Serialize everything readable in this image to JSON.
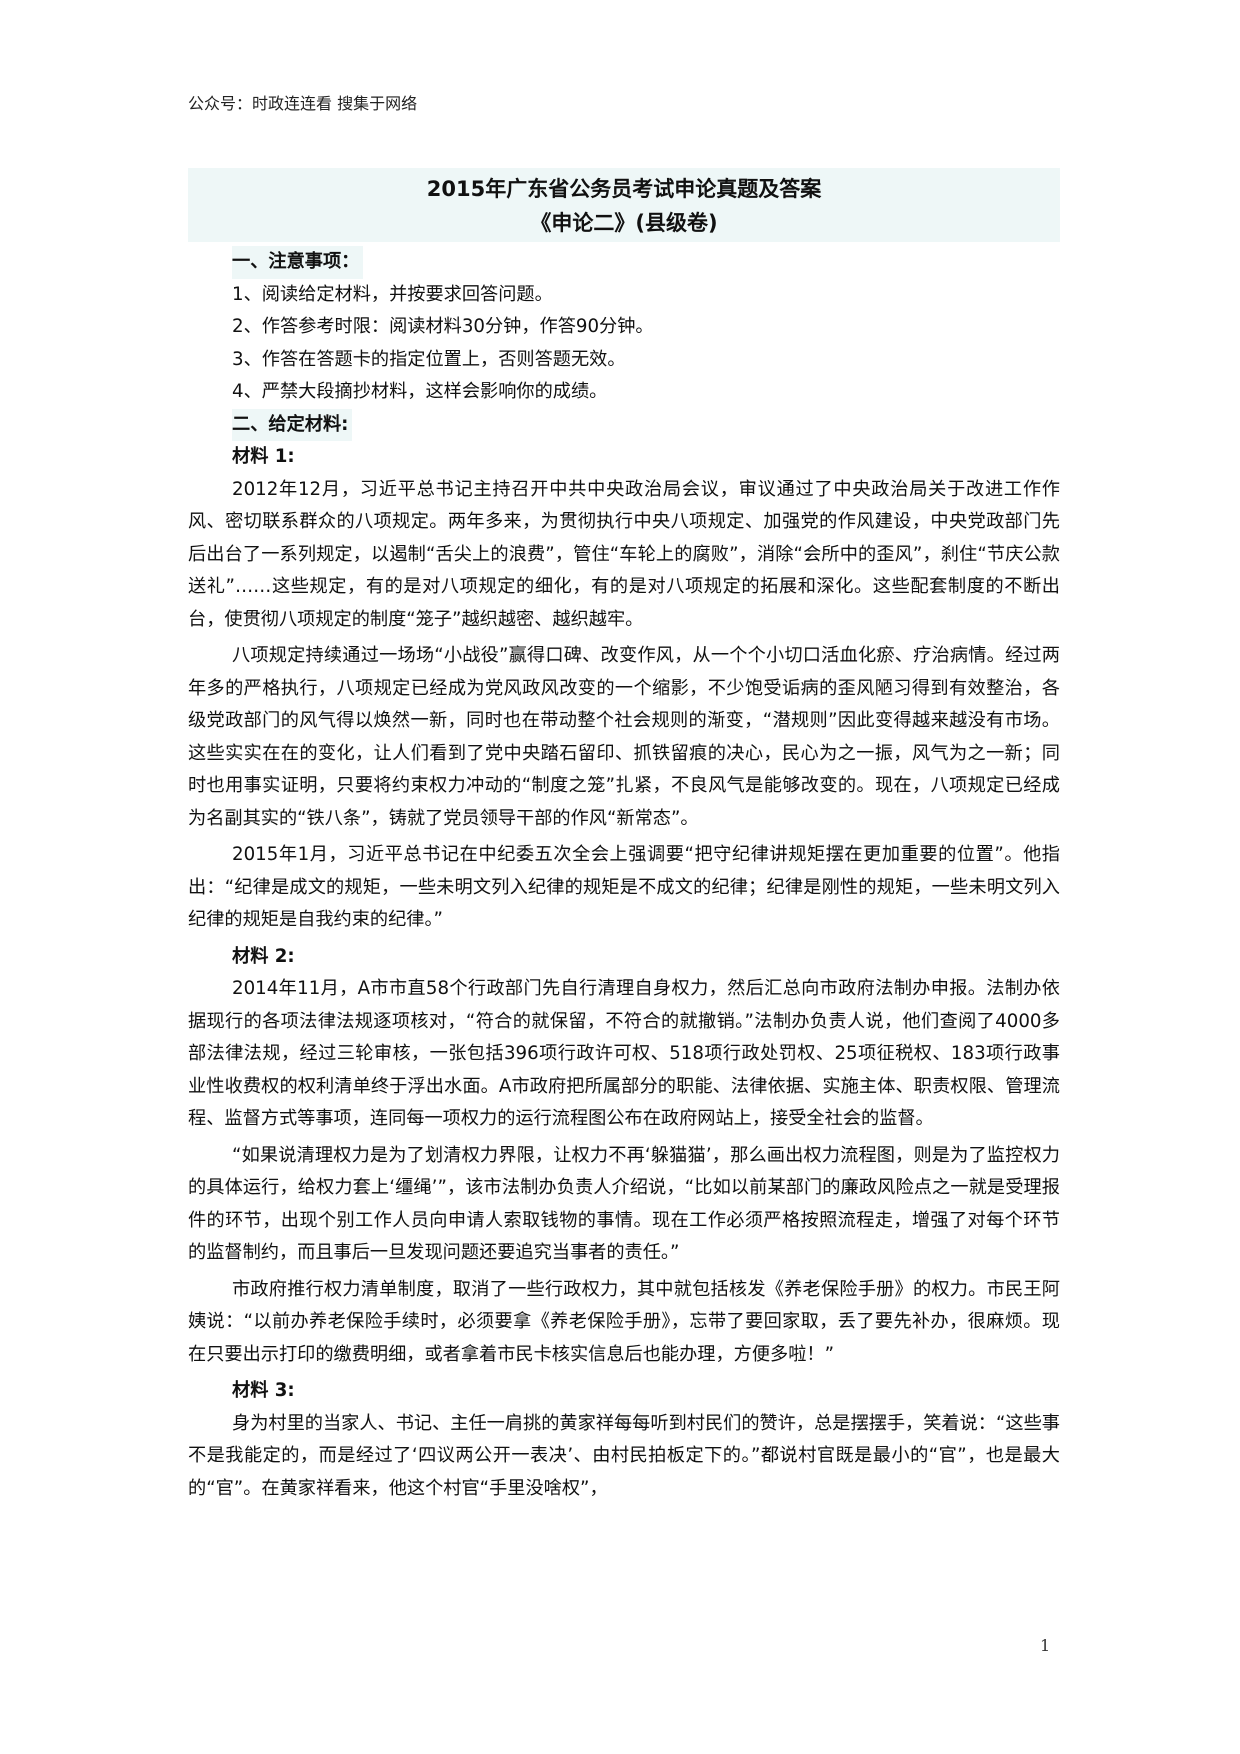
{
  "header_note": "公众号：时政连连看  搜集于网络",
  "title": {
    "line1": "2015年广东省公务员考试申论真题及答案",
    "line2": "《申论二》(县级卷)"
  },
  "section1": {
    "heading": "一、注意事项：",
    "items": [
      "1、阅读给定材料，并按要求回答问题。",
      "2、作答参考时限：阅读材料30分钟，作答90分钟。",
      "3、作答在答题卡的指定位置上，否则答题无效。",
      "4、严禁大段摘抄材料，这样会影响你的成绩。"
    ]
  },
  "section2": {
    "heading": "二、给定材料:",
    "materials": [
      {
        "label": "材料 1:",
        "paragraphs": [
          "2012年12月，习近平总书记主持召开中共中央政治局会议，审议通过了中央政治局关于改进工作作风、密切联系群众的八项规定。两年多来，为贯彻执行中央八项规定、加强党的作风建设，中央党政部门先后出台了一系列规定，以遏制“舌尖上的浪费”，管住“车轮上的腐败”，消除“会所中的歪风”，刹住“节庆公款送礼”……这些规定，有的是对八项规定的细化，有的是对八项规定的拓展和深化。这些配套制度的不断出台，使贯彻八项规定的制度“笼子”越织越密、越织越牢。",
          "八项规定持续通过一场场“小战役”赢得口碑、改变作风，从一个个小切口活血化瘀、疗治病情。经过两年多的严格执行，八项规定已经成为党风政风改变的一个缩影，不少饱受诟病的歪风陋习得到有效整治，各级党政部门的风气得以焕然一新，同时也在带动整个社会规则的渐变，“潜规则”因此变得越来越没有市场。这些实实在在的变化，让人们看到了党中央踏石留印、抓铁留痕的决心，民心为之一振，风气为之一新；同时也用事实证明，只要将约束权力冲动的“制度之笼”扎紧，不良风气是能够改变的。现在，八项规定已经成为名副其实的“铁八条”，铸就了党员领导干部的作风“新常态”。",
          "2015年1月，习近平总书记在中纪委五次全会上强调要“把守纪律讲规矩摆在更加重要的位置”。他指出：“纪律是成文的规矩，一些未明文列入纪律的规矩是不成文的纪律；纪律是刚性的规矩，一些未明文列入纪律的规矩是自我约束的纪律。”"
        ]
      },
      {
        "label": "材料 2:",
        "paragraphs": [
          "2014年11月，A市市直58个行政部门先自行清理自身权力，然后汇总向市政府法制办申报。法制办依据现行的各项法律法规逐项核对，“符合的就保留，不符合的就撤销。”法制办负责人说，他们查阅了4000多部法律法规，经过三轮审核，一张包括396项行政许可权、518项行政处罚权、25项征税权、183项行政事业性收费权的权利清单终于浮出水面。A市政府把所属部分的职能、法律依据、实施主体、职责权限、管理流程、监督方式等事项，连同每一项权力的运行流程图公布在政府网站上，接受全社会的监督。",
          "“如果说清理权力是为了划清权力界限，让权力不再‘躲猫猫’，那么画出权力流程图，则是为了监控权力的具体运行，给权力套上‘缰绳’”，该市法制办负责人介绍说，“比如以前某部门的廉政风险点之一就是受理报件的环节，出现个别工作人员向申请人索取钱物的事情。现在工作必须严格按照流程走，增强了对每个环节的监督制约，而且事后一旦发现问题还要追究当事者的责任。”",
          "市政府推行权力清单制度，取消了一些行政权力，其中就包括核发《养老保险手册》的权力。市民王阿姨说：“以前办养老保险手续时，必须要拿《养老保险手册》，忘带了要回家取，丢了要先补办，很麻烦。现在只要出示打印的缴费明细，或者拿着市民卡核实信息后也能办理，方便多啦！”"
        ]
      },
      {
        "label": "材料 3:",
        "paragraphs": [
          "身为村里的当家人、书记、主任一肩挑的黄家祥每每听到村民们的赞许，总是摆摆手，笑着说：“这些事不是我能定的，而是经过了‘四议两公开一表决’、由村民拍板定下的。”都说村官既是最小的“官”，也是最大的“官”。在黄家祥看来，他这个村官“手里没啥权”，"
        ]
      }
    ]
  },
  "page_number": "1",
  "colors": {
    "banner_bg": "#eef7f7",
    "text": "#111111"
  }
}
